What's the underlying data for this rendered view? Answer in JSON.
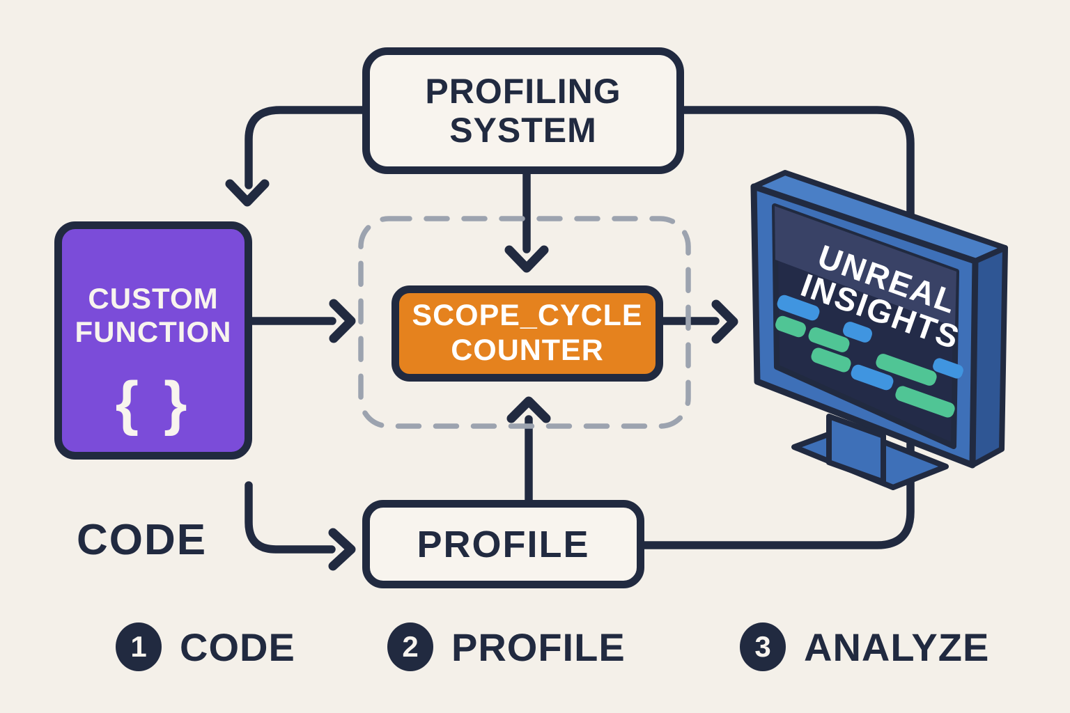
{
  "title_box": {
    "line1": "PROFILING",
    "line2": "SYSTEM"
  },
  "custom_function": {
    "line1": "CUSTOM",
    "line2": "FUNCTION",
    "braces": "{ }"
  },
  "scope_cycle": {
    "line1": "SCOPE_CYCLE",
    "line2": "COUNTER"
  },
  "profile_box": {
    "label": "PROFILE"
  },
  "code_caption": {
    "label": "CODE"
  },
  "monitor": {
    "line1": "UNREAL",
    "line2": "INSIGHTS"
  },
  "legend": {
    "item1": {
      "number": "1",
      "label": "CODE"
    },
    "item2": {
      "number": "2",
      "label": "PROFILE"
    },
    "item3": {
      "number": "3",
      "label": "ANALYZE"
    }
  },
  "colors": {
    "background": "#F4F0E9",
    "ink": "#212A40",
    "box_fill": "#F8F4EE",
    "purple": "#7B4CD9",
    "orange": "#E5821E",
    "dashed_gray": "#9CA3AF",
    "monitor_blue": "#3E70B8",
    "monitor_blue_light": "#4A7FC6",
    "monitor_blue_dark": "#2F5694",
    "screen_navy": "#232B48",
    "screen_band": "#394266",
    "bar_blue": "#4095E0",
    "bar_green": "#50C595"
  }
}
